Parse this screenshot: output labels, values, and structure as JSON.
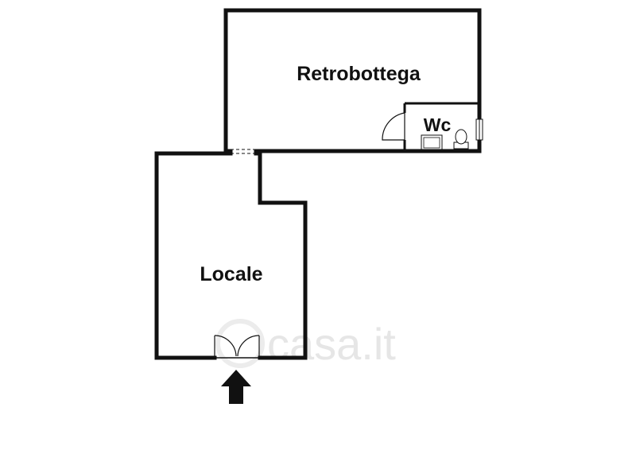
{
  "rooms": {
    "retrobottega": "Retrobottega",
    "wc": "Wc",
    "locale": "Locale"
  },
  "watermark": "casa.it",
  "colors": {
    "wall": "#111111",
    "background": "#ffffff",
    "watermark": "#e6e6e6"
  }
}
